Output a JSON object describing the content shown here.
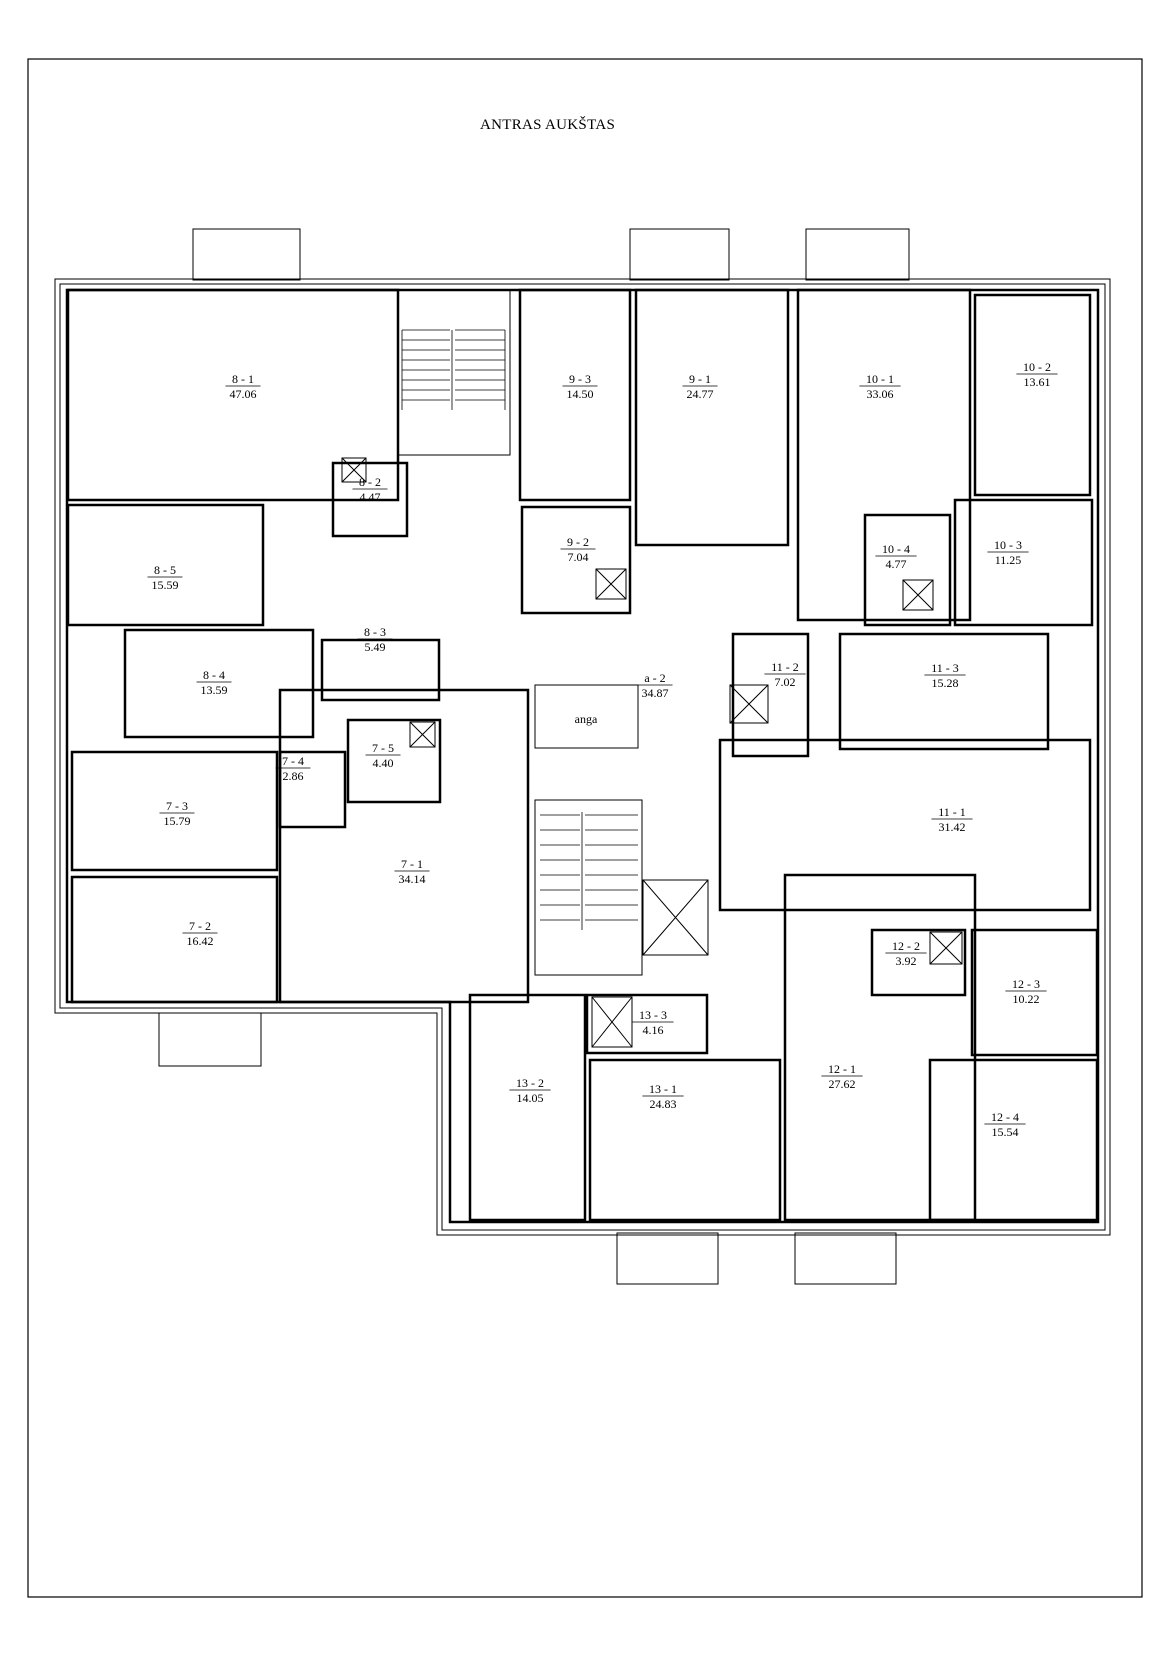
{
  "sheet": {
    "title": "ANTRAS AUKŠTAS"
  },
  "plan": {
    "rooms": [
      {
        "id": "8 - 1",
        "area": "47.06"
      },
      {
        "id": "8 - 2",
        "area": "4.47"
      },
      {
        "id": "8 - 3",
        "area": "5.49"
      },
      {
        "id": "8 - 4",
        "area": "13.59"
      },
      {
        "id": "8 - 5",
        "area": "15.59"
      },
      {
        "id": "9 - 1",
        "area": "24.77"
      },
      {
        "id": "9 - 2",
        "area": "7.04"
      },
      {
        "id": "9 - 3",
        "area": "14.50"
      },
      {
        "id": "10 - 1",
        "area": "33.06"
      },
      {
        "id": "10 - 2",
        "area": "13.61"
      },
      {
        "id": "10 - 3",
        "area": "11.25"
      },
      {
        "id": "10 - 4",
        "area": "4.77"
      },
      {
        "id": "11 - 1",
        "area": "31.42"
      },
      {
        "id": "11 - 2",
        "area": "7.02"
      },
      {
        "id": "11 - 3",
        "area": "15.28"
      },
      {
        "id": "a - 2",
        "area": "34.87"
      },
      {
        "id": "7 - 1",
        "area": "34.14"
      },
      {
        "id": "7 - 2",
        "area": "16.42"
      },
      {
        "id": "7 - 3",
        "area": "15.79"
      },
      {
        "id": "7 - 4",
        "area": "2.86"
      },
      {
        "id": "7 - 5",
        "area": "4.40"
      },
      {
        "id": "12 - 1",
        "area": "27.62"
      },
      {
        "id": "12 - 2",
        "area": "3.92"
      },
      {
        "id": "12 - 3",
        "area": "10.22"
      },
      {
        "id": "12 - 4",
        "area": "15.54"
      },
      {
        "id": "13 - 1",
        "area": "24.83"
      },
      {
        "id": "13 - 2",
        "area": "14.05"
      },
      {
        "id": "13 - 3",
        "area": "4.16"
      }
    ],
    "shaft_label": "anga"
  }
}
